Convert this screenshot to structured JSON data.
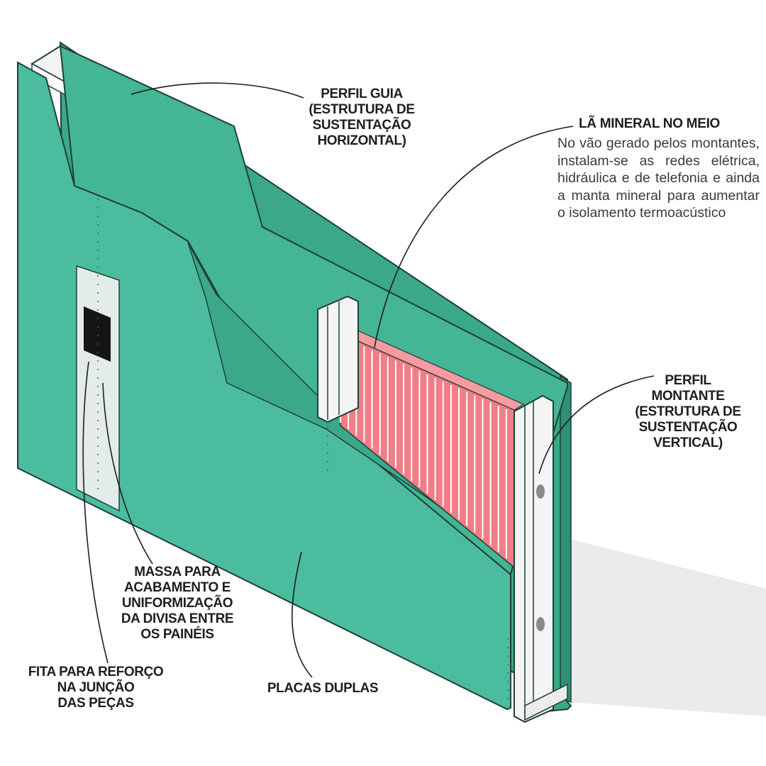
{
  "labels": {
    "perfil_guia": [
      "PERFIL GUIA",
      "(ESTRUTURA DE",
      "SUSTENTAÇÃO",
      "HORIZONTAL)"
    ],
    "la_mineral_title": "LÃ MINERAL NO MEIO",
    "la_mineral_text": "No vão gerado pelos montantes, instalam-se as redes elétrica, hidráulica e de telefonia e ainda a manta mineral para aumentar o isolamento termoacústico",
    "perfil_montante": [
      "PERFIL",
      "MONTANTE",
      "(ESTRUTURA DE",
      "SUSTENTAÇÃO",
      "VERTICAL)"
    ],
    "massa": [
      "MASSA PARA",
      "ACABAMENTO E",
      "UNIFORMIZAÇÃO",
      "DA DIVISA ENTRE",
      "OS PAINÉIS"
    ],
    "fita": [
      "FITA PARA REFORÇO",
      "NA JUNÇÃO",
      "DAS PEÇAS"
    ],
    "placas": "PLACAS DUPLAS"
  },
  "colors": {
    "board_front": "#4bbd9e",
    "board_back": "#3aa889",
    "board_edge": "#2f8f75",
    "outline": "#1f3f37",
    "wool": "#f17d86",
    "steel": "#f2f2f2",
    "tape": "#e4ecea",
    "box": "#151515"
  }
}
